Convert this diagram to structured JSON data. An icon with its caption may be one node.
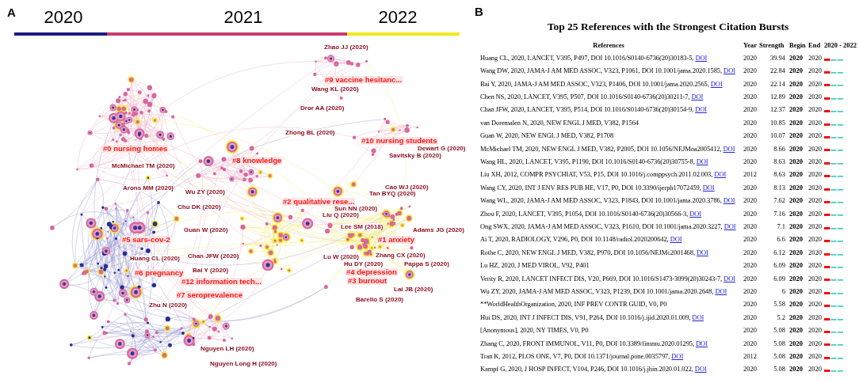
{
  "diagram": {
    "labels": [
      "A",
      "Zhao JJ (2020)",
      "#9 vaccine hesitanc...",
      "Wang KL (2020)",
      "Dror AA (2020)",
      "Zhong BL (2020)",
      "#10 nursing students",
      "#0 nursing homes",
      "Dewart G (2020)",
      "Savitsky B (2020)",
      "#8 knowledge",
      "McMichael TM (2020)",
      "Arons MM (2020)",
      "Cao WJ (2020)",
      "Wu ZY (2020)",
      "Tan BYQ (2020)",
      "#2 qualitative rese...",
      "Chu DK (2020)",
      "Sun NN (2020)",
      "Liu Q (2020)",
      "Guan W (2020)",
      "Lee SM (2018)",
      "Adams JG (2020)",
      "#5 sars-cov-2",
      "#1 anxiety",
      "Huang CL (2020)",
      "Chan JFW (2020)",
      "Lu W (2020)",
      "Zhang CX (2020)",
      "Hu DY (2020)",
      "Pappa S (2020)",
      "#6 pregnancy",
      "Bai Y (2020)",
      "#4 depression",
      "#12 information tech...",
      "#3 burnout",
      "Lai JB (2020)",
      "#7 seroprevalence",
      "Barello S (2020)",
      "Zhu N (2020)",
      "Nguyen LH (2020)",
      "Nguyen Long H (2020)",
      "B",
      "Top 25 References with the Strongest Citation Bursts",
      "References",
      "Year",
      "Strength",
      "Begin",
      "End",
      "2020 - 2022",
      "Huang CL, 2020, LANCET, V395, P497, DOI 10.1016/S0140-6736(20)30183-5,",
      "DOI",
      "2020",
      "39.94",
      "2020",
      "2020",
      "Wang DW, 2020, JAMA-J AM MED ASSOC, V323, P1061, DOI 10.1001/jama.2020.1585,",
      "DOI",
      "2020",
      "22.84",
      "2020",
      "2020",
      "Bai Y, 2020, JAMA-J AM MED ASSOC, V323, P1406, DOI 10.1001/jama.2020.2565,",
      "DOI",
      "2020",
      "22.14",
      "2020",
      "2020",
      "Chen NS, 2020, LANCET, V395, P507, DOI 10.1016/S0140-6736(20)30211-7,",
      "DOI",
      "2020",
      "12.89",
      "2020",
      "2020",
      "Chan JFW, 2020, LANCET, V395, P514, DOI 10.1016/S0140-6736(20)30154-9,",
      "DOI",
      "2020",
      "12.37",
      "2020",
      "2020",
      "van Doremalen N, 2020, NEW ENGL J MED, V382, P1564",
      "2020",
      "10.85",
      "2020",
      "2020",
      "Guan W, 2020, NEW ENGL J MED, V382, P1708",
      "2020",
      "10.07",
      "2020",
      "2020",
      "McMichael TM, 2020, NEW ENGL J MED, V382, P2005, DOI 10.1056/NEJMoa2005412,",
      "DOI",
      "2020",
      "8.66",
      "2020",
      "2020",
      "Wang HL, 2020, LANCET, V395, P1190, DOI 10.1016/S0140-6736(20)30755-8,",
      "DOI",
      "2020",
      "8.63",
      "2020",
      "2020",
      "Liu XH, 2012, COMPR PSYCHIAT, V53, P15, DOI 10.1016/j.comppsych.2011.02.003,",
      "DOI",
      "2012",
      "8.63",
      "2020",
      "2020",
      "Wang CY, 2020, INT J ENV RES PUB HE, V17, P0, DOI 10.3390/ijerph17072459,",
      "DOI",
      "2020",
      "8.13",
      "2020",
      "2020",
      "Wang WL, 2020, JAMA-J AM MED ASSOC, V323, P1843, DOI 10.1001/jama.2020.3786,",
      "DOI",
      "2020",
      "7.62",
      "2020",
      "2020",
      "Zhou F, 2020, LANCET, V395, P1054, DOI 10.1016/S0140-6736(20)30566-3,",
      "DOI",
      "2020",
      "7.16",
      "2020",
      "2020",
      "Ong SWX, 2020, JAMA-J AM MED ASSOC, V323, P1610, DOI 10.1001/jama.2020.3227,",
      "DOI",
      "2020",
      "7.1",
      "2020",
      "2020",
      "Ai T, 2020, RADIOLOGY, V296, P0, DOI 10.1148/radiol.2020200642,",
      "DOI",
      "2020",
      "6.6",
      "2020",
      "2020",
      "Rothe C, 2020, NEW ENGL J MED, V382, P970, DOI 10.1056/NEJMc2001468,",
      "DOI",
      "2020",
      "6.12",
      "2020",
      "2020",
      "Lu HZ, 2020, J MED VIROL, V92, P401",
      "2020",
      "6.09",
      "2020",
      "2020",
      "Verity R, 2020, LANCET INFECT DIS, V20, P669, DOI 10.1016/S1473-3099(20)30243-7,",
      "DOI",
      "2020",
      "6.09",
      "2020",
      "2020",
      "Wu ZY, 2020, JAMA-J AM MED ASSOC, V323, P1239, DOI 10.1001/jama.2020.2648,",
      "DOI",
      "2020",
      "6",
      "2020",
      "2020",
      "**WorldHealthOrganization, 2020, INF PREV CONTR GUID, V0, P0",
      "2020",
      "5.58",
      "2020",
      "2020",
      "Hui DS, 2020, INT J INFECT DIS, V91, P264, DOI 10.1016/j.ijid.2020.01.009,",
      "DOI",
      "2020",
      "5.2",
      "2020",
      "2020",
      "[Anonymous], 2020, NY TIMES, V0, P0",
      "2020",
      "5.08",
      "2020",
      "2020",
      "Zhang C, 2020, FRONT IMMUNOL, V11, P0, DOI 10.3389/fimmu.2020.01295,",
      "DOI",
      "2020",
      "5.08",
      "2020",
      "2020",
      "Tran K, 2012, PLOS ONE, V7, P0, DOI 10.1371/journal.pone.0035797,",
      "DOI",
      "2012",
      "5.08",
      "2020",
      "2020",
      "Kampf G, 2020, J HOSP INFECT, V104, P246, DOI 10.1016/j.jhin.2020.01.022,",
      "DOI",
      "2020",
      "5.08",
      "2020",
      "2020"
    ],
    "legend": [
      {
        "text": "2020",
        "color": "#1b1b80"
      },
      {
        "text": "2021",
        "color": "#c93a6e"
      },
      {
        "text": "2022",
        "color": "#f0ea1c"
      }
    ]
  }
}
